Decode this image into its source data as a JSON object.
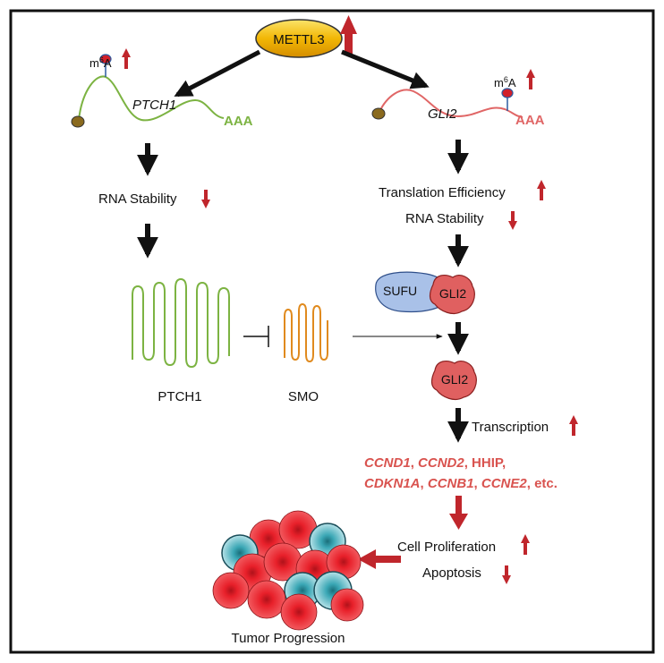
{
  "nodes": {
    "mettl3": "METTL3",
    "m6a_left_base": "m",
    "m6a_left_sup": "6",
    "m6a_left_tail": "A",
    "m6a_right_base": "m",
    "m6a_right_sup": "6",
    "m6a_right_tail": "A",
    "ptch1_mrna": "PTCH1",
    "ptch1_polya": "AAA",
    "gli2_mrna": "GLI2",
    "gli2_polya": "AAA",
    "rna_stability_left": "RNA Stability",
    "translation_efficiency": "Translation Efficiency",
    "rna_stability_right": "RNA Stability",
    "sufu": "SUFU",
    "gli2_complex": "GLI2",
    "gli2_free": "GLI2",
    "ptch1_protein": "PTCH1",
    "smo_protein": "SMO",
    "transcription": "Transcription",
    "targets_line1_a": "CCND1",
    "targets_line1_sep1": ", ",
    "targets_line1_b": "CCND2",
    "targets_line1_sep2": ", HHIP,",
    "targets_line2_a": "CDKN1A",
    "targets_line2_sep1": ", ",
    "targets_line2_b": "CCNB1",
    "targets_line2_sep2": ", ",
    "targets_line2_c": "CCNE2",
    "targets_line2_sep3": ", etc.",
    "cell_proliferation": "Cell Proliferation",
    "apoptosis": "Apoptosis",
    "tumor_progression": "Tumor Progression"
  },
  "colors": {
    "border": "#111111",
    "arrow": "#111111",
    "up_down_arrow": "#c0262c",
    "ptch1_green": "#7cb342",
    "gli2_red": "#e06666",
    "target_genes": "#d9534f",
    "mettl3_fill": "#f2b705",
    "sufu_fill": "#a9c1e8",
    "gli2_fill": "#e06060",
    "cell_red": "#e8202a",
    "cell_teal": "#3aa7b5"
  }
}
